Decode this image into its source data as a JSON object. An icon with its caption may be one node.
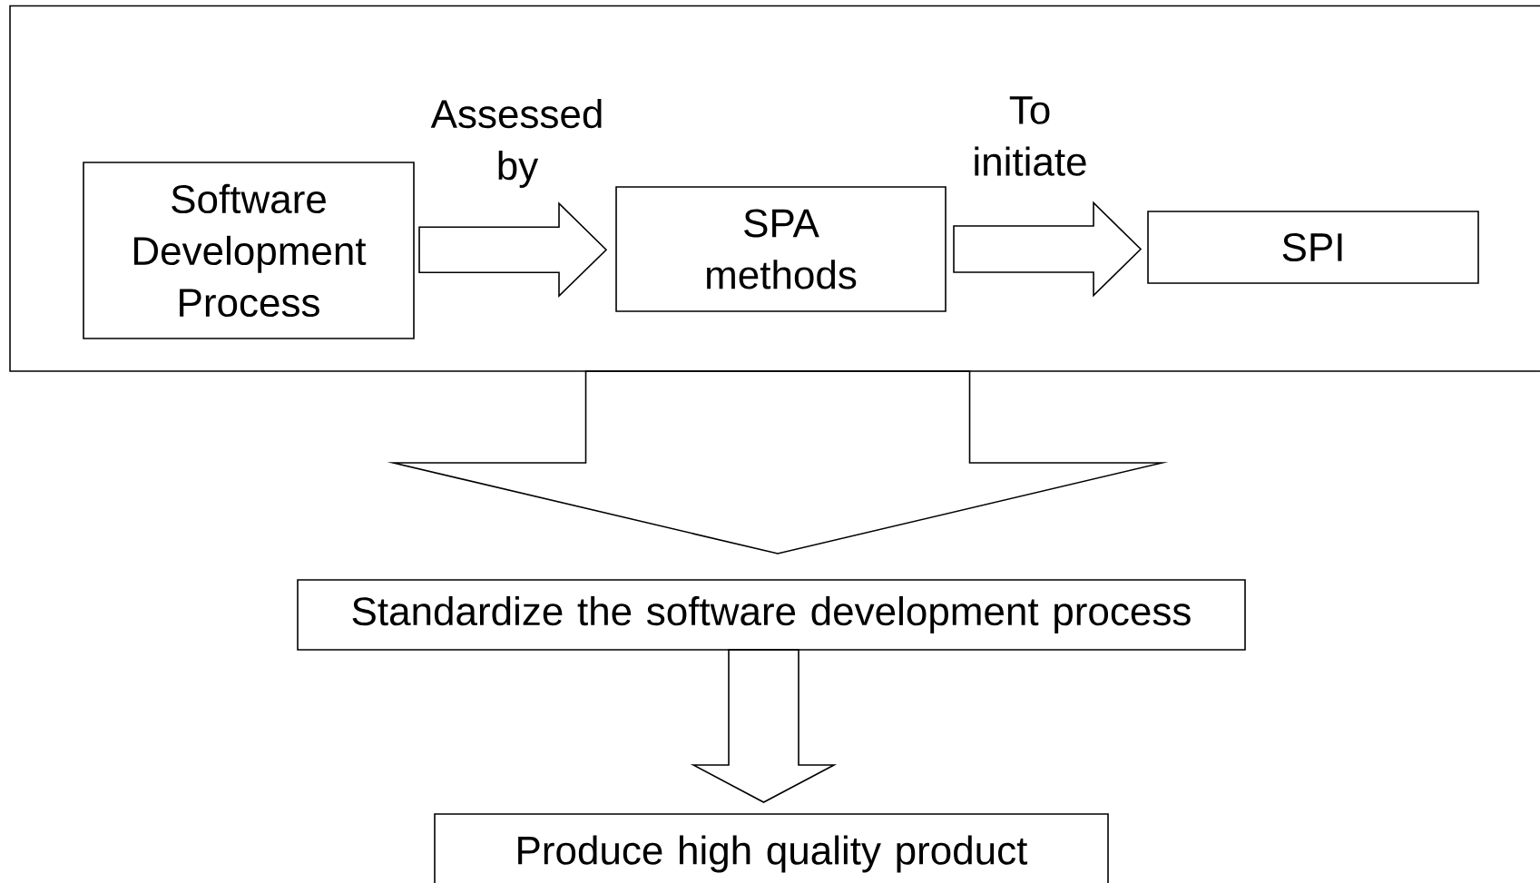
{
  "diagram": {
    "nodes": [
      {
        "text": [],
        "shape": "box"
      },
      {
        "text": [
          "Software Development Process"
        ],
        "in": 0
      },
      {
        "text": [
          "SPA methods"
        ],
        "in": 0
      },
      {
        "text": [
          "SPI"
        ],
        "in": 0
      },
      {
        "text": [
          "Standardize the software development process"
        ]
      },
      {
        "text": [
          "Produce high quality product"
        ]
      }
    ],
    "edges": [
      {
        "from": 1,
        "to": 2,
        "arrow": "to",
        "label": "Assessed by"
      },
      {
        "from": 2,
        "to": 3,
        "arrow": "to",
        "label": "To initiate"
      },
      {
        "from": 0,
        "to": 4,
        "arrow": "to"
      },
      {
        "from": 4,
        "to": 5,
        "arrow": "to"
      }
    ]
  }
}
